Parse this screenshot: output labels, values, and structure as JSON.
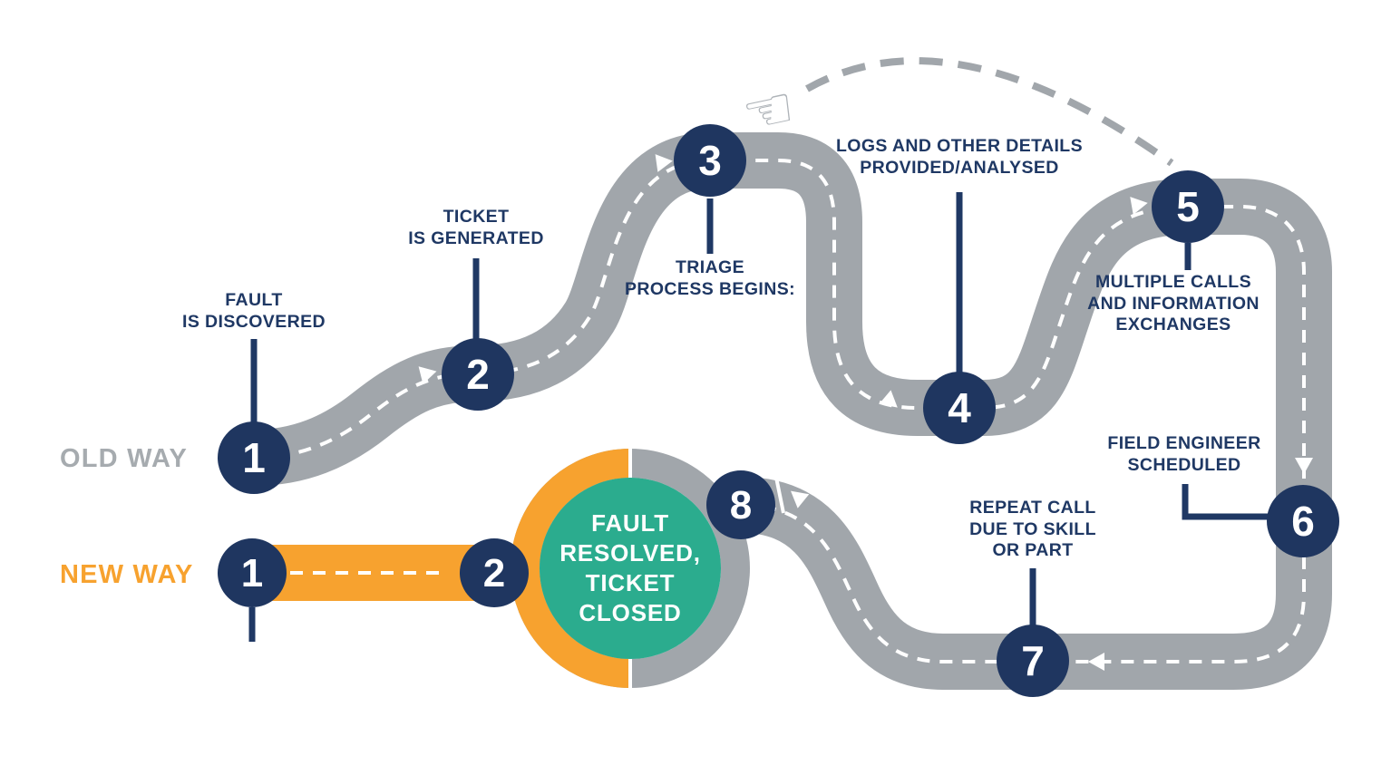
{
  "diagram_title": "Old way vs new way fault resolution journey",
  "colors": {
    "navy": "#1f3660",
    "label_navy": "#1f3864",
    "road_gray": "#a1a6ab",
    "muted_gray_text": "#a6abaf",
    "orange": "#f7a22f",
    "green": "#2bac8e",
    "hand_gray": "#aeb3b8",
    "white": "#ffffff"
  },
  "old_way": {
    "label": "OLD WAY",
    "steps": [
      {
        "number": "1",
        "label": "FAULT\nIS DISCOVERED"
      },
      {
        "number": "2",
        "label": "TICKET\nIS GENERATED"
      },
      {
        "number": "3",
        "label": "TRIAGE\nPROCESS BEGINS:"
      },
      {
        "number": "4",
        "label": "LOGS AND OTHER DETAILS\nPROVIDED/ANALYSED"
      },
      {
        "number": "5",
        "label": "MULTIPLE CALLS\nAND INFORMATION\nEXCHANGES"
      },
      {
        "number": "6",
        "label": "FIELD ENGINEER\nSCHEDULED"
      },
      {
        "number": "7",
        "label": "REPEAT CALL\nDUE TO SKILL\nOR PART"
      },
      {
        "number": "8",
        "label": ""
      }
    ]
  },
  "new_way": {
    "label": "NEW WAY",
    "steps": [
      {
        "number": "1"
      },
      {
        "number": "2"
      }
    ]
  },
  "result_badge": {
    "label": "FAULT\nRESOLVED,\nTICKET\nCLOSED"
  },
  "icons": {
    "pointing_hand": "☜"
  }
}
